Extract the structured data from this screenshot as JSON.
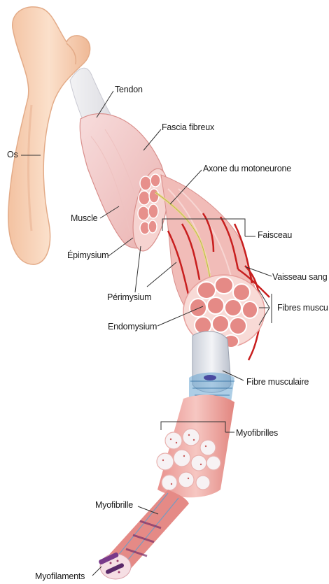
{
  "labels": {
    "os": "Os",
    "tendon": "Tendon",
    "fascia": "Fascia fibreux",
    "axone": "Axone du motoneurone",
    "muscle": "Muscle",
    "faisceau": "Faisceau",
    "epimysium": "Épimysium",
    "vaisseau": "Vaisseau sang",
    "perimysium": "Périmysium",
    "fibres": "Fibres muscu",
    "endomysium": "Endomysium",
    "fibre": "Fibre musculaire",
    "myofibrilles": "Myofibrilles",
    "myofibrille": "Myofibrille",
    "myofilaments": "Myofilaments"
  },
  "colors": {
    "bone": "#f6cdb0",
    "bone_edge": "#e0a884",
    "muscle": "#f3c6c2",
    "muscle_dark": "#e79f9c",
    "fascicle": "#e58a86",
    "vessel": "#c81e1e",
    "nerve": "#e9dc8a",
    "blue_net": "#5a9fd0"
  }
}
